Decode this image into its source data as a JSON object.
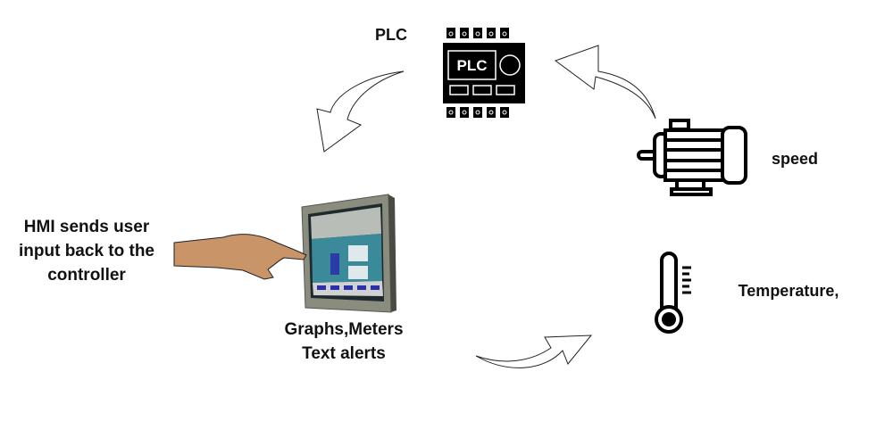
{
  "labels": {
    "plc": "PLC",
    "plc_chip_text": "PLC",
    "speed": "speed",
    "temperature": "Temperature,",
    "hmi_line1": "HMI sends user",
    "hmi_line2": "input back to the",
    "hmi_line3": "controller",
    "graphs_line1": "Graphs,Meters",
    "graphs_line2": "Text alerts"
  },
  "icons": [
    "plc-chip-icon",
    "motor-icon",
    "thermometer-icon",
    "hmi-touch-panel-icon",
    "hand-icon",
    "curved-arrow-icon"
  ],
  "colors": {
    "skin": "#c89468",
    "outline": "#111111",
    "panel_bg": "#3a8a9a"
  }
}
